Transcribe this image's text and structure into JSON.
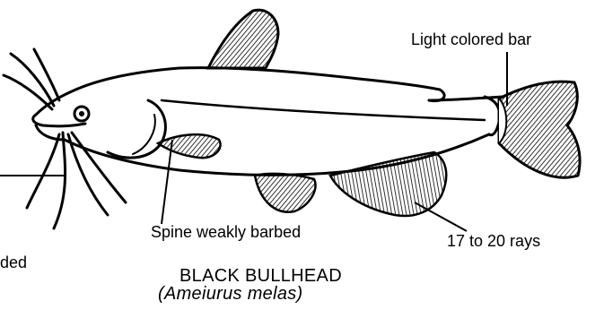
{
  "labels": {
    "light_bar": "Light colored bar",
    "spine": "Spine weakly barbed",
    "rays": "17 to 20 rays",
    "left_fragment": "ded"
  },
  "species": {
    "common_name": "BLACK BULLHEAD",
    "scientific_name": "(Ameiurus melas)"
  }
}
